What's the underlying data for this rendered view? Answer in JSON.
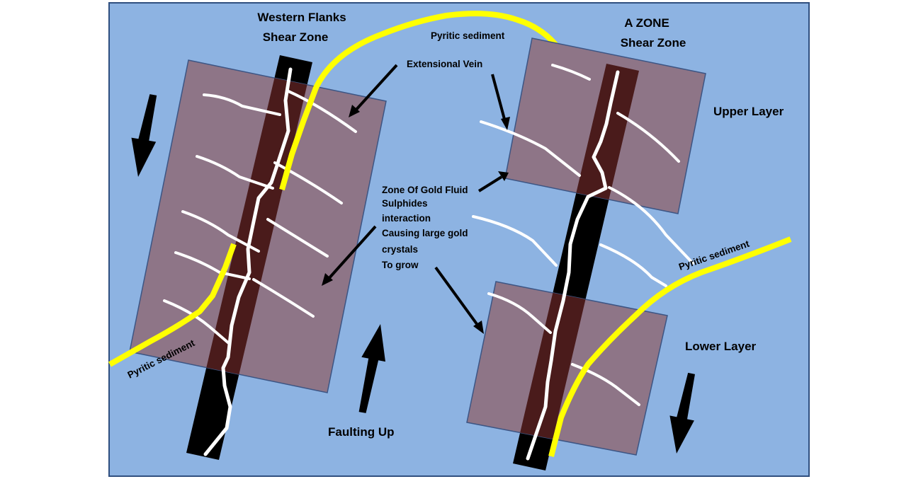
{
  "labels": {
    "western_title_1": "Western Flanks",
    "western_title_2": "Shear Zone",
    "azone_title_1": "A ZONE",
    "azone_title_2": "Shear Zone",
    "pyritic_top": "Pyritic sediment",
    "pyritic_left": "Pyritic sediment",
    "pyritic_right": "Pyritic sediment",
    "extensional_vein": "Extensional Vein",
    "upper_layer": "Upper Layer",
    "lower_layer": "Lower Layer",
    "faulting_up": "Faulting Up",
    "gold_zone_lines": [
      "Zone Of Gold Fluid",
      "Sulphides",
      "interaction",
      "Causing large gold",
      "crystals",
      "To grow"
    ]
  },
  "colors": {
    "background": "#8db3e2",
    "frame": "#2f4f7f",
    "block_fill": "#8e7587",
    "block_border": "#3c5584",
    "shear_zone": "#4a1b1b",
    "fault": "#000000",
    "vein": "#ffffff",
    "pyritic": "#ffff00",
    "arrow": "#000000"
  }
}
